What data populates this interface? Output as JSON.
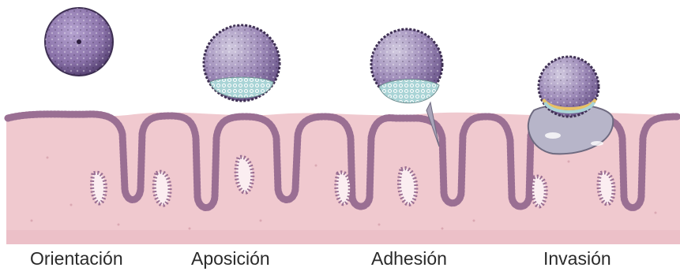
{
  "stages": [
    {
      "id": "orientacion",
      "label": "Orientación"
    },
    {
      "id": "aposicion",
      "label": "Aposición"
    },
    {
      "id": "adhesion",
      "label": "Adhesión"
    },
    {
      "id": "invasion",
      "label": "Invasión"
    }
  ],
  "colors": {
    "tissue": "#f0c9cf",
    "tissue_dark": "#e3aeb8",
    "epithelium": "#9a6f93",
    "epithelium_dark": "#6e4a6b",
    "blastocyst": "#8e76ad",
    "blastocyst_dark": "#3d2e52",
    "inner_cell_mass": "#a9d4d6",
    "trophoblast_invasion": "#b7b5c9",
    "background": "#ffffff"
  }
}
